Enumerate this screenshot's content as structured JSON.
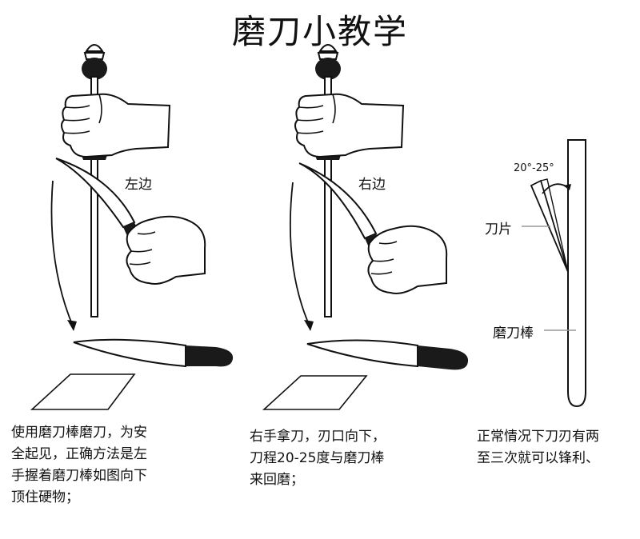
{
  "title": "磨刀小教学",
  "panels": [
    {
      "label": "左边",
      "caption_lines": [
        "使用磨刀棒磨刀，为安",
        "全起见，正确方法是左",
        "手握着磨刀棒如图向下",
        "顶住硬物；"
      ]
    },
    {
      "label": "右边",
      "caption_lines": [
        "右手拿刀，刃口向下，",
        "刀程20-25度与磨刀棒",
        "来回磨；"
      ]
    },
    {
      "angle_label": "20°-25°",
      "blade_label": "刀片",
      "rod_label": "磨刀棒",
      "caption_lines": [
        "正常情况下刀刃有两",
        "至三次就可以锋利、"
      ]
    }
  ]
}
